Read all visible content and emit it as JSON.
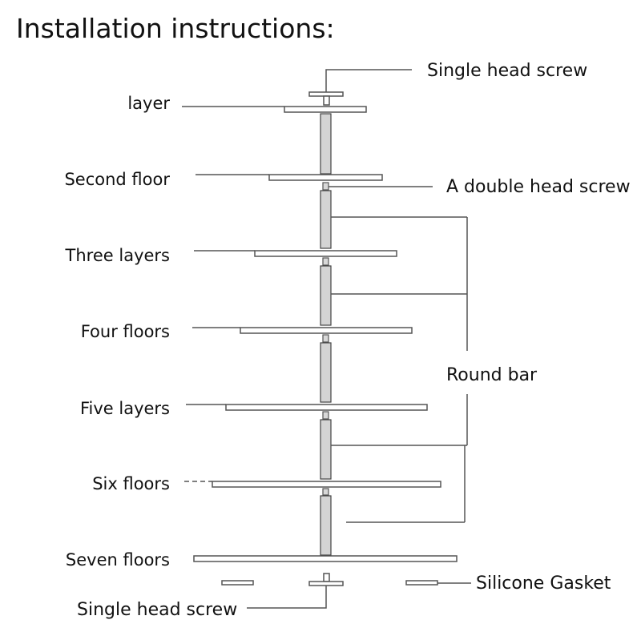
{
  "title": "Installation instructions:",
  "tiers": [
    "layer",
    "Second floor",
    "Three layers",
    "Four floors",
    "Five layers",
    "Six floors",
    "Seven floors"
  ],
  "callouts": {
    "top_screw": "Single head screw",
    "double_screw": "A double head screw",
    "round_bar": "Round bar",
    "gasket": "Silicone Gasket",
    "bottom_screw": "Single head screw"
  }
}
